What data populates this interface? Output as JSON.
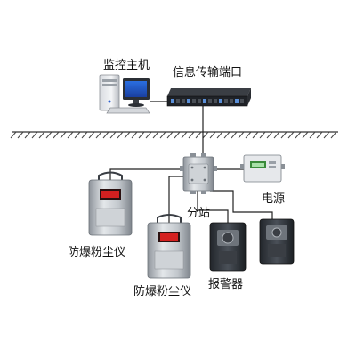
{
  "labels": {
    "host": "监控主机",
    "port": "信息传输端口",
    "power": "电源",
    "substation": "分站",
    "dust_meter_1": "防爆粉尘仪",
    "dust_meter_2": "防爆粉尘仪",
    "alarm": "报警器"
  },
  "colors": {
    "line": "#222222",
    "ground_hatch": "#444444",
    "device_steel": "#b9bec4",
    "device_dark": "#2f3338",
    "display_red": "#d42020",
    "display_green": "#3a8a3a"
  }
}
